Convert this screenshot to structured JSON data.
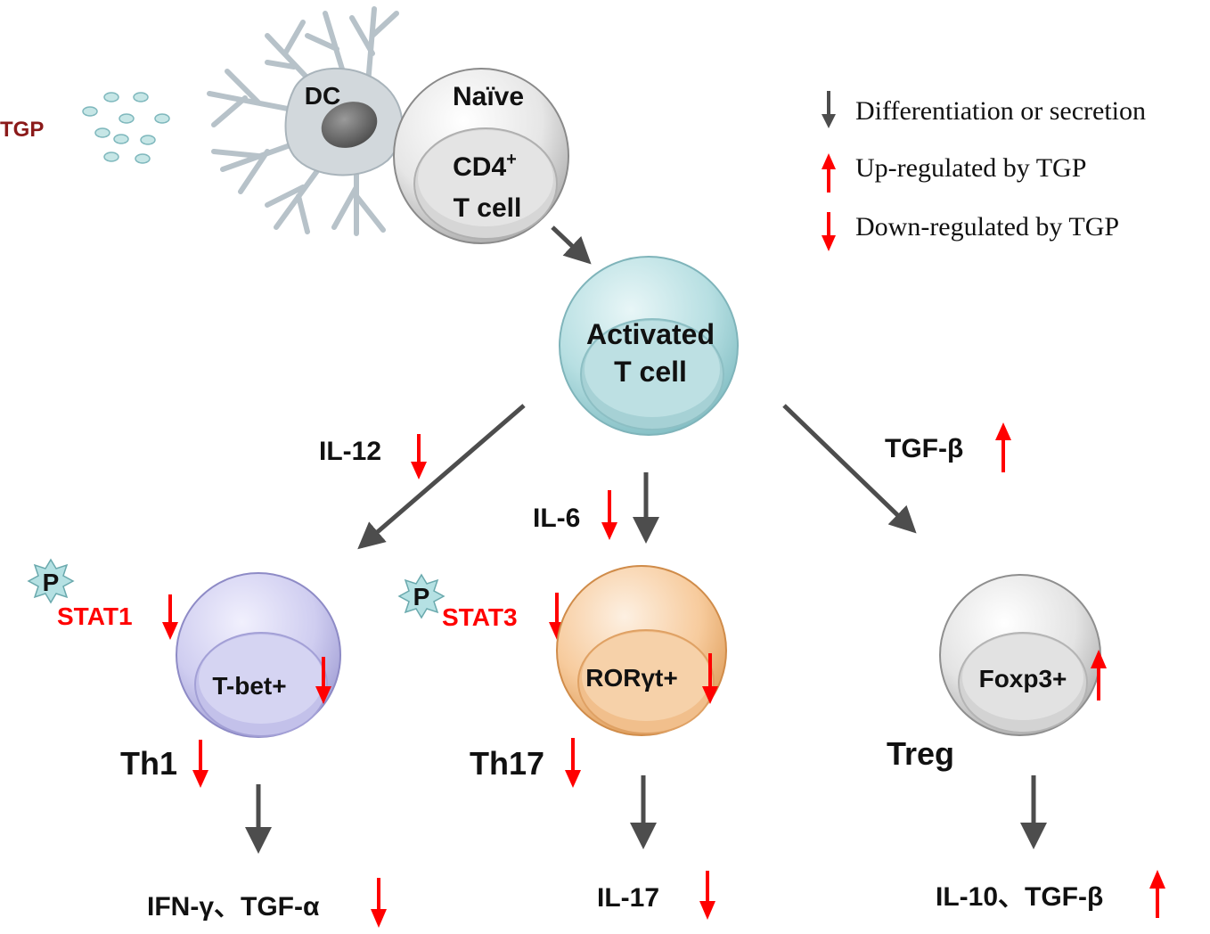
{
  "tgp_label": "TGP",
  "dc_label": "DC",
  "naive_cell": {
    "top": "Naïve",
    "inner_1": "CD4",
    "inner_sup": "+",
    "inner_2": "T cell"
  },
  "activated_cell": {
    "line1": "Activated",
    "line2": "T cell"
  },
  "legend": {
    "differentiation": "Differentiation or secretion",
    "up": "Up-regulated by TGP",
    "down": "Down-regulated by TGP"
  },
  "pathways": {
    "th1": {
      "cytokine": "IL-12",
      "phospho": "P",
      "stat": "STAT1",
      "transcription_factor": "T-bet+",
      "cell_name": "Th1",
      "output": "IFN-γ、TGF-α"
    },
    "th17": {
      "cytokine": "IL-6",
      "phospho": "P",
      "stat": "STAT3",
      "transcription_factor": "RORγt+",
      "cell_name": "Th17",
      "output": "IL-17"
    },
    "treg": {
      "cytokine": "TGF-β",
      "transcription_factor": "Foxp3+",
      "cell_name": "Treg",
      "output": "IL-10、TGF-β"
    }
  },
  "colors": {
    "tgp_text": "#8b1a1a",
    "regulation_red": "#ff0000",
    "gray_arrow": "#4d4d4d",
    "activated_cell": "#a9d6da",
    "th1_cell": "#c5c3ec",
    "th17_cell": "#f6c592",
    "treg_cell": "#d9d9d9",
    "naive_cell": "#d4d4d4",
    "dc_fill": "#d2d8dc",
    "tgp_dots": "#c6e6e6",
    "phospho_star": "#b5e1e3"
  }
}
